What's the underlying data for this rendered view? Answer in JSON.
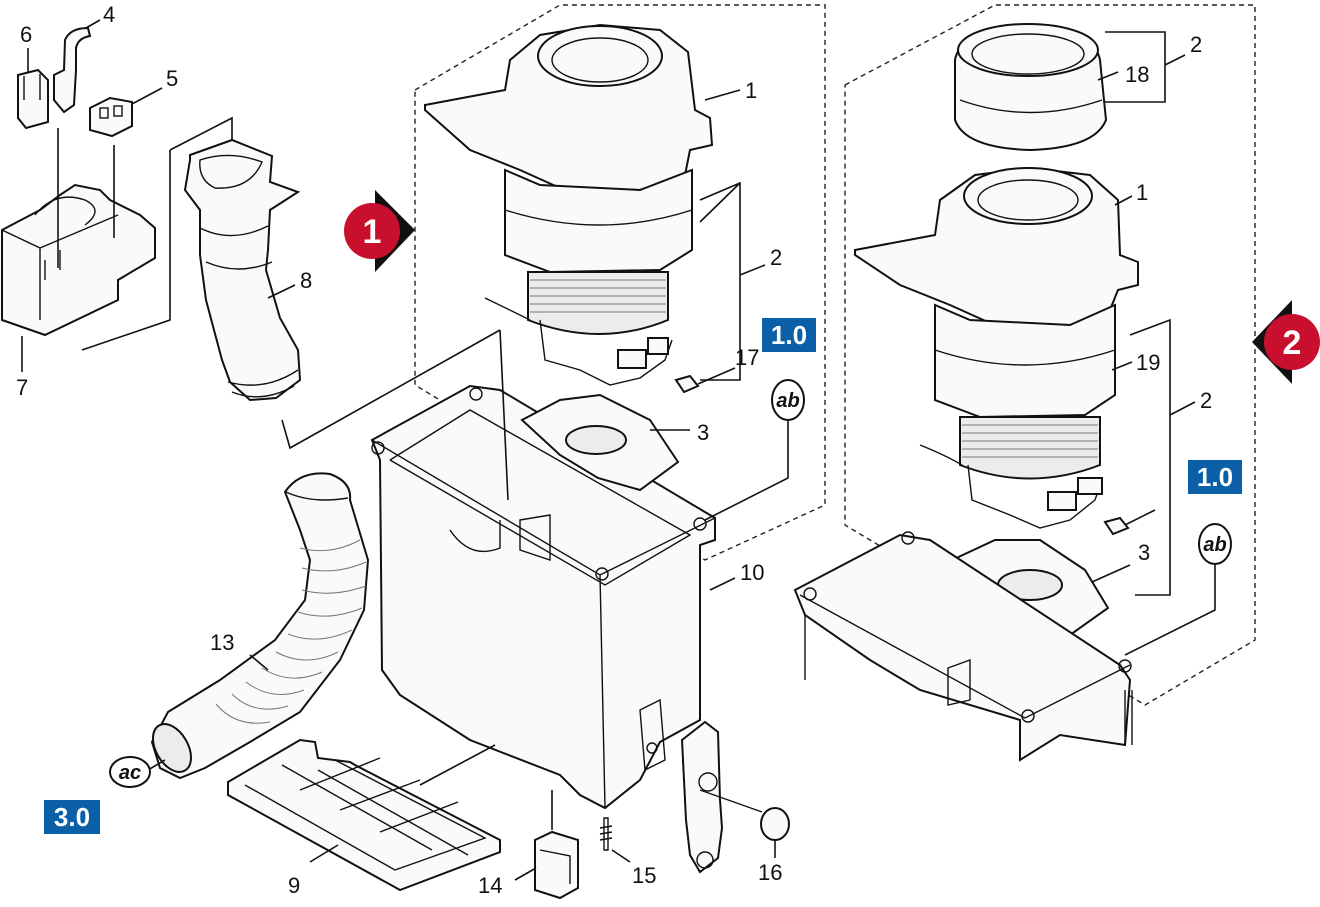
{
  "colors": {
    "badge_blue": "#0b5fa6",
    "marker_red": "#c8102e",
    "marker_black": "#111111",
    "line": "#111111"
  },
  "markers": [
    {
      "label": "1",
      "icon": "red-diamond-marker"
    },
    {
      "label": "2",
      "icon": "red-diamond-marker"
    }
  ],
  "badges": {
    "left": "1.0",
    "right": "1.0",
    "bottom": "3.0"
  },
  "circles": {
    "left": "ab",
    "right": "ab",
    "bottom": "ac"
  },
  "labels": {
    "n1a": "1",
    "n2a": "2",
    "n3a": "3",
    "n4": "4",
    "n5": "5",
    "n6": "6",
    "n7": "7",
    "n8": "8",
    "n9": "9",
    "n10": "10",
    "n13": "13",
    "n14": "14",
    "n15": "15",
    "n16": "16",
    "n17": "17",
    "n2b": "2",
    "n18": "18",
    "n1b": "1",
    "n19": "19",
    "n2c": "2",
    "n3b": "3"
  }
}
